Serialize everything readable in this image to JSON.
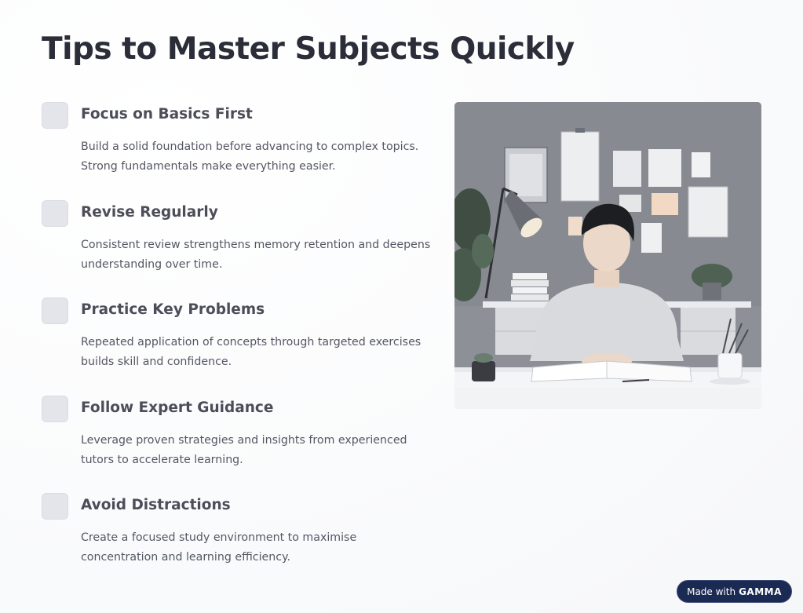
{
  "title": "Tips to Master Subjects Quickly",
  "tips": [
    {
      "title": "Focus on Basics First",
      "description": "Build a solid foundation before advancing to complex topics. Strong fundamentals make everything easier."
    },
    {
      "title": "Revise Regularly",
      "description": "Consistent review strengthens memory retention and deepens understanding over time."
    },
    {
      "title": "Practice Key Problems",
      "description": "Repeated application of concepts through targeted exercises builds skill and confidence."
    },
    {
      "title": "Follow Expert Guidance",
      "description": "Leverage proven strategies and insights from experienced tutors to accelerate learning."
    },
    {
      "title": "Avoid Distractions",
      "description": "Create a focused study environment to maximise concentration and learning efficiency."
    }
  ],
  "badge": {
    "prefix": "Made with",
    "brand": "GAMMA"
  },
  "colors": {
    "title": "#2b2d38",
    "tip_title": "#4c4d58",
    "tip_text": "#555664",
    "checkbox": "#e4e5ea",
    "badge_bg": "#1a2a52"
  },
  "illustration": {
    "icon": "student-studying-illustration"
  }
}
